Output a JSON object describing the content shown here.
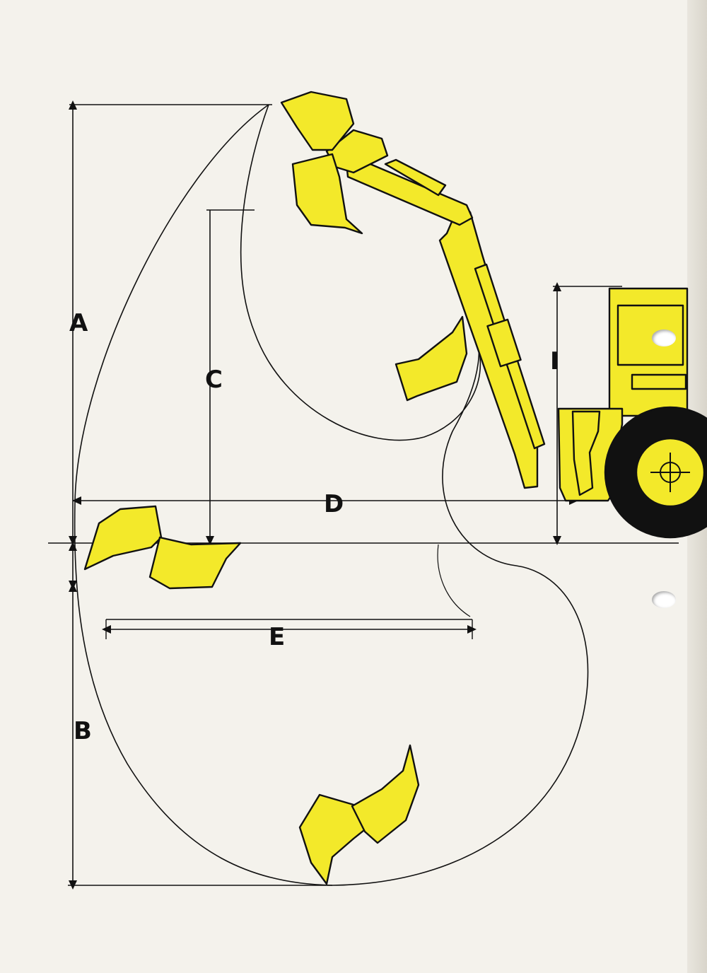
{
  "diagram": {
    "labels": {
      "A": "A",
      "B": "B",
      "C": "C",
      "D": "D",
      "E": "E",
      "I": "I"
    },
    "colors": {
      "machine": "#f3e92a",
      "outline": "#111111",
      "paper": "#f4f2ec"
    }
  }
}
